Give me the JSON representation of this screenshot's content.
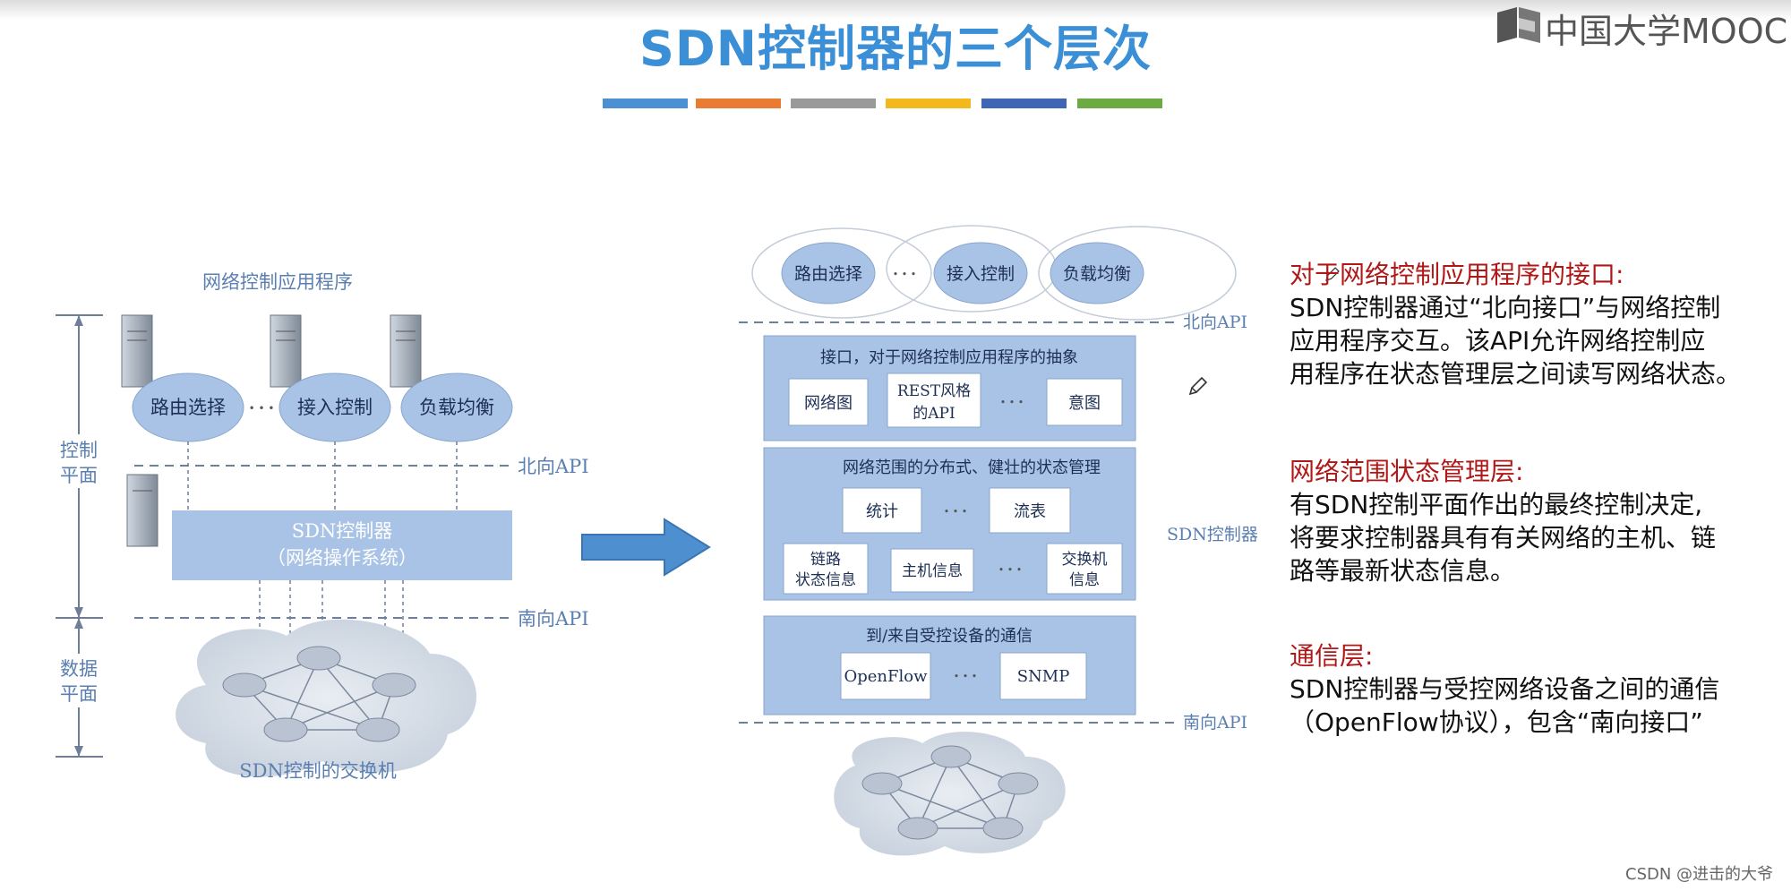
{
  "title": "SDN控制器的三个层次",
  "colors": {
    "title": "#3a8fd6",
    "bars": [
      "#4a90d2",
      "#ea7b33",
      "#9a9a9a",
      "#f2b81c",
      "#3f66b4",
      "#6bab42"
    ],
    "red_heading": "#b01818",
    "diagram_blue": "#a9c3e6",
    "arrow": "#4e8fcf"
  },
  "logo": {
    "text": "中国大学MOOC",
    "icon": "mooc-book-icon"
  },
  "left_diagram": {
    "apps_title": "网络控制应用程序",
    "apps": [
      "路由选择",
      "接入控制",
      "负载均衡"
    ],
    "dots": "• • •",
    "control_plane": [
      "控制",
      "平面"
    ],
    "data_plane": [
      "数据",
      "平面"
    ],
    "northbound": "北向API",
    "southbound": "南向API",
    "controller": [
      "SDN控制器",
      "（网络操作系统）"
    ],
    "switches_label": "SDN控制的交换机"
  },
  "right_diagram": {
    "apps": [
      "路由选择",
      "接入控制",
      "负载均衡"
    ],
    "dots": "• • •",
    "northbound": "北向API",
    "southbound": "南向API",
    "controller_label": "SDN控制器",
    "layer1": {
      "title": "接口，对于网络控制应用程序的抽象",
      "boxes": [
        "网络图",
        "REST风格",
        "的API",
        "意图"
      ]
    },
    "layer2": {
      "title": "网络范围的分布式、健壮的状态管理",
      "boxes": [
        "统计",
        "流表",
        "链路",
        "状态信息",
        "主机信息",
        "交换机",
        "信息"
      ]
    },
    "layer3": {
      "title": "到/来自受控设备的通信",
      "boxes": [
        "OpenFlow",
        "SNMP"
      ]
    }
  },
  "notes": [
    {
      "heading": "对于网络控制应用程序的接口:",
      "lines": [
        "SDN控制器通过“北向接口”与网络控制",
        "应用程序交互。该API允许网络控制应",
        "用程序在状态管理层之间读写网络状态。"
      ]
    },
    {
      "heading": "网络范围状态管理层:",
      "lines": [
        "有SDN控制平面作出的最终控制决定,",
        "将要求控制器具有有关网络的主机、链",
        "路等最新状态信息。"
      ]
    },
    {
      "heading": "通信层:",
      "lines": [
        "SDN控制器与受控网络设备之间的通信",
        "（OpenFlow协议），包含“南向接口”"
      ]
    }
  ],
  "watermark": "CSDN @进击的大爷"
}
